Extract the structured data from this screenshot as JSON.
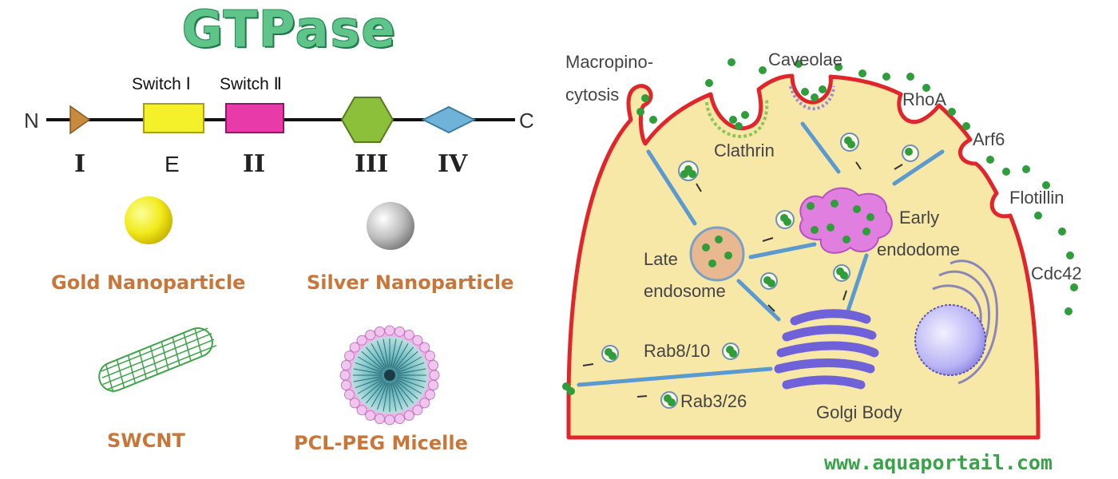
{
  "title": "GTPase",
  "domain_strip": {
    "n_label": "N",
    "c_label": "C",
    "switch1_label": "Switch Ⅰ",
    "switch2_label": "Switch Ⅱ",
    "motifs": [
      "I",
      "E",
      "II",
      "III",
      "IV"
    ]
  },
  "nanoparticles": {
    "gold": "Gold Nanoparticle",
    "silver": "Silver Nanoparticle",
    "swcnt": "SWCNT",
    "micelle": "PCL-PEG Micelle"
  },
  "cell": {
    "macropinocytosis_line1": "Macropino-",
    "macropinocytosis_line2": "cytosis",
    "caveolae": "Caveolae",
    "clathrin": "Clathrin",
    "rhoa": "RhoA",
    "arf6": "Arf6",
    "flotillin": "Flotillin",
    "cdc42": "Cdc42",
    "early_line1": "Early",
    "early_line2": "endodome",
    "late_line1": "Late",
    "late_line2": "endosome",
    "rab8": "Rab8/10",
    "rab3": "Rab3/26",
    "golgi": "Golgi Body"
  },
  "watermark": "www.aquaportail.com",
  "colors": {
    "title_green": "#5fc48a",
    "np_orange": "#c8763a",
    "membrane_red": "#e0262b",
    "cytoplasm": "#f7e8a8",
    "particle_green": "#2e9d3a",
    "endosome_purple": "#e07fe0",
    "golgi_blue": "#7a6fe0",
    "watermark_green": "#3aa34a"
  },
  "icons": [
    "gold-sphere-icon",
    "silver-sphere-icon",
    "nanotube-icon",
    "micelle-icon",
    "nucleus-icon"
  ]
}
